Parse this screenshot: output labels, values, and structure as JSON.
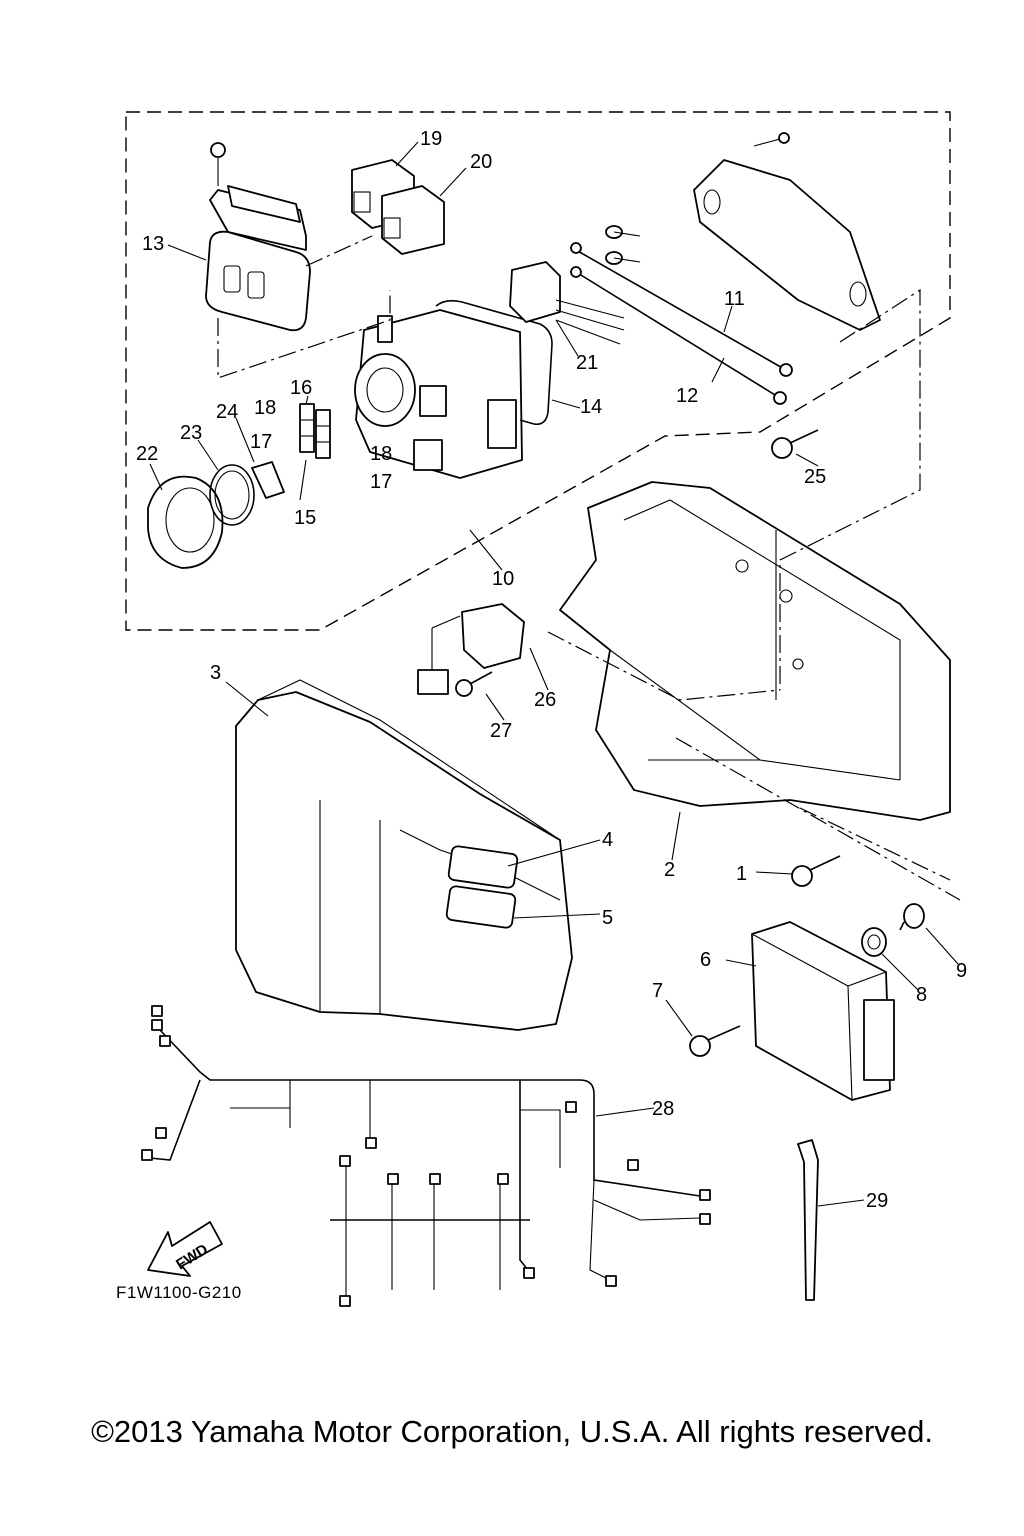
{
  "diagram": {
    "drawing_code": "F1W1100-G210",
    "fwd_label": "FWD",
    "copyright": "©2013 Yamaha Motor Corporation, U.S.A. All rights reserved.",
    "callouts": [
      "1",
      "2",
      "3",
      "4",
      "5",
      "6",
      "7",
      "8",
      "9",
      "10",
      "11",
      "12",
      "13",
      "14",
      "15",
      "15",
      "16",
      "17",
      "17",
      "18",
      "18",
      "19",
      "20",
      "21",
      "22",
      "23",
      "24",
      "25",
      "26",
      "27",
      "28",
      "29"
    ]
  }
}
